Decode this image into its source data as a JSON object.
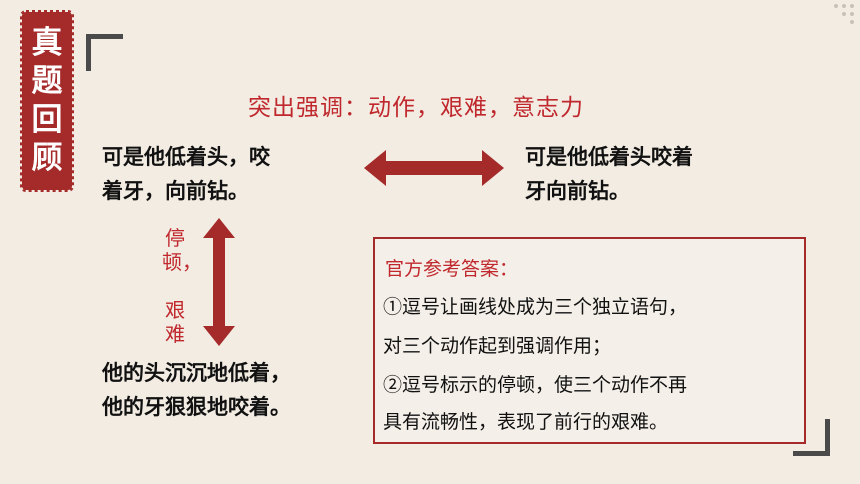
{
  "badge": {
    "chars": [
      "真",
      "题",
      "回",
      "顾"
    ]
  },
  "heading": "突出强调：动作，艰难，意志力",
  "left_text": [
    "可是他低着头，咬",
    "着牙，向前钻。"
  ],
  "right_text": [
    "可是他低着头咬着",
    "牙向前钻。"
  ],
  "side_labels": {
    "top": "停顿，",
    "bottom": "艰难"
  },
  "bottom_text": [
    "他的头沉沉地低着，",
    "他的牙狠狠地咬着。"
  ],
  "answer": {
    "title": "官方参考答案：",
    "lines": [
      "①逗号让画线处成为三个独立语句，",
      "对三个动作起到强调作用；",
      "②逗号标示的停顿，使三个动作不再",
      "具有流畅性，表现了前行的艰难。"
    ]
  },
  "colors": {
    "accent": "#a52a2a",
    "heading": "#c0282d",
    "background": "#f2ece3"
  }
}
